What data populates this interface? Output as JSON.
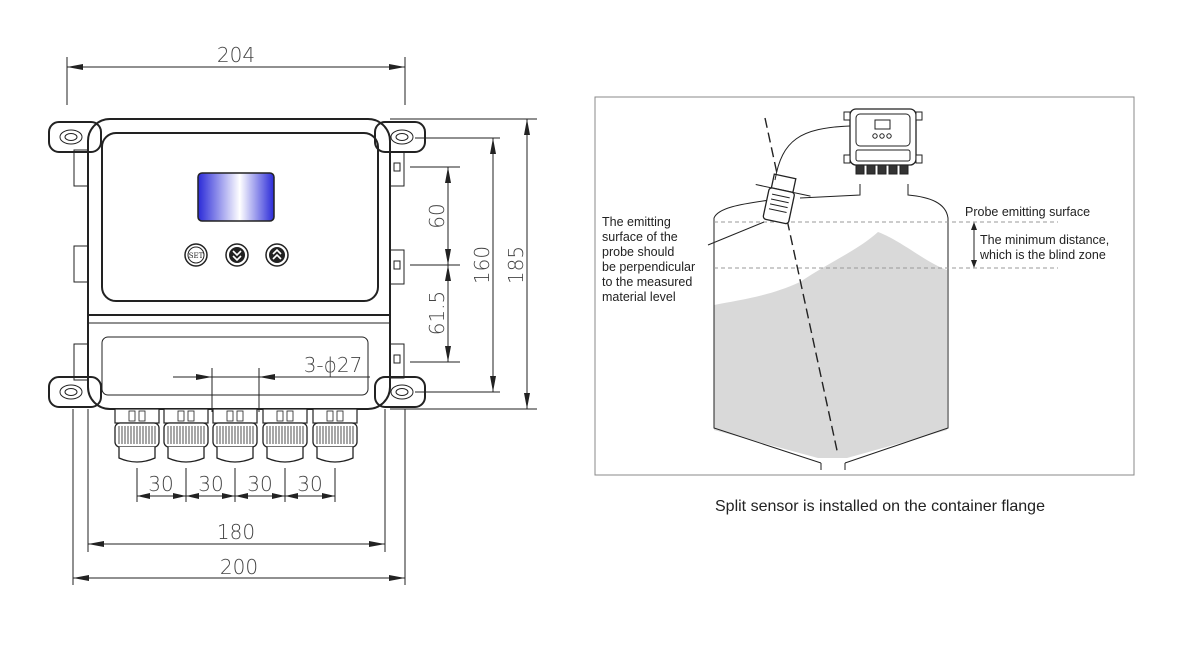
{
  "left_drawing": {
    "dimensions": {
      "top_width": "204",
      "height_upper": "60",
      "height_lower": "61.5",
      "height_mid": "160",
      "height_total": "185",
      "hole_spec": "3-ϕ27",
      "gland_spacing": [
        "30",
        "30",
        "30",
        "30"
      ],
      "mount_width": "180",
      "bottom_width": "200"
    },
    "buttons": {
      "set_label": "SET",
      "down_icon": "double-chevron-down-icon",
      "up_icon": "double-chevron-up-icon"
    },
    "display_colors": {
      "edge": "#2a2ad8",
      "center": "#ffffff"
    }
  },
  "right_drawing": {
    "note_perpendicular": [
      "The emitting",
      "surface of the",
      "probe should",
      "be perpendicular",
      "to the measured",
      "material level"
    ],
    "label_probe_surface": "Probe emitting surface",
    "note_blind_zone": [
      "The minimum distance,",
      "which is the blind zone"
    ],
    "caption": "Split sensor is installed on the container flange",
    "material_color": "#d9d9d9"
  }
}
